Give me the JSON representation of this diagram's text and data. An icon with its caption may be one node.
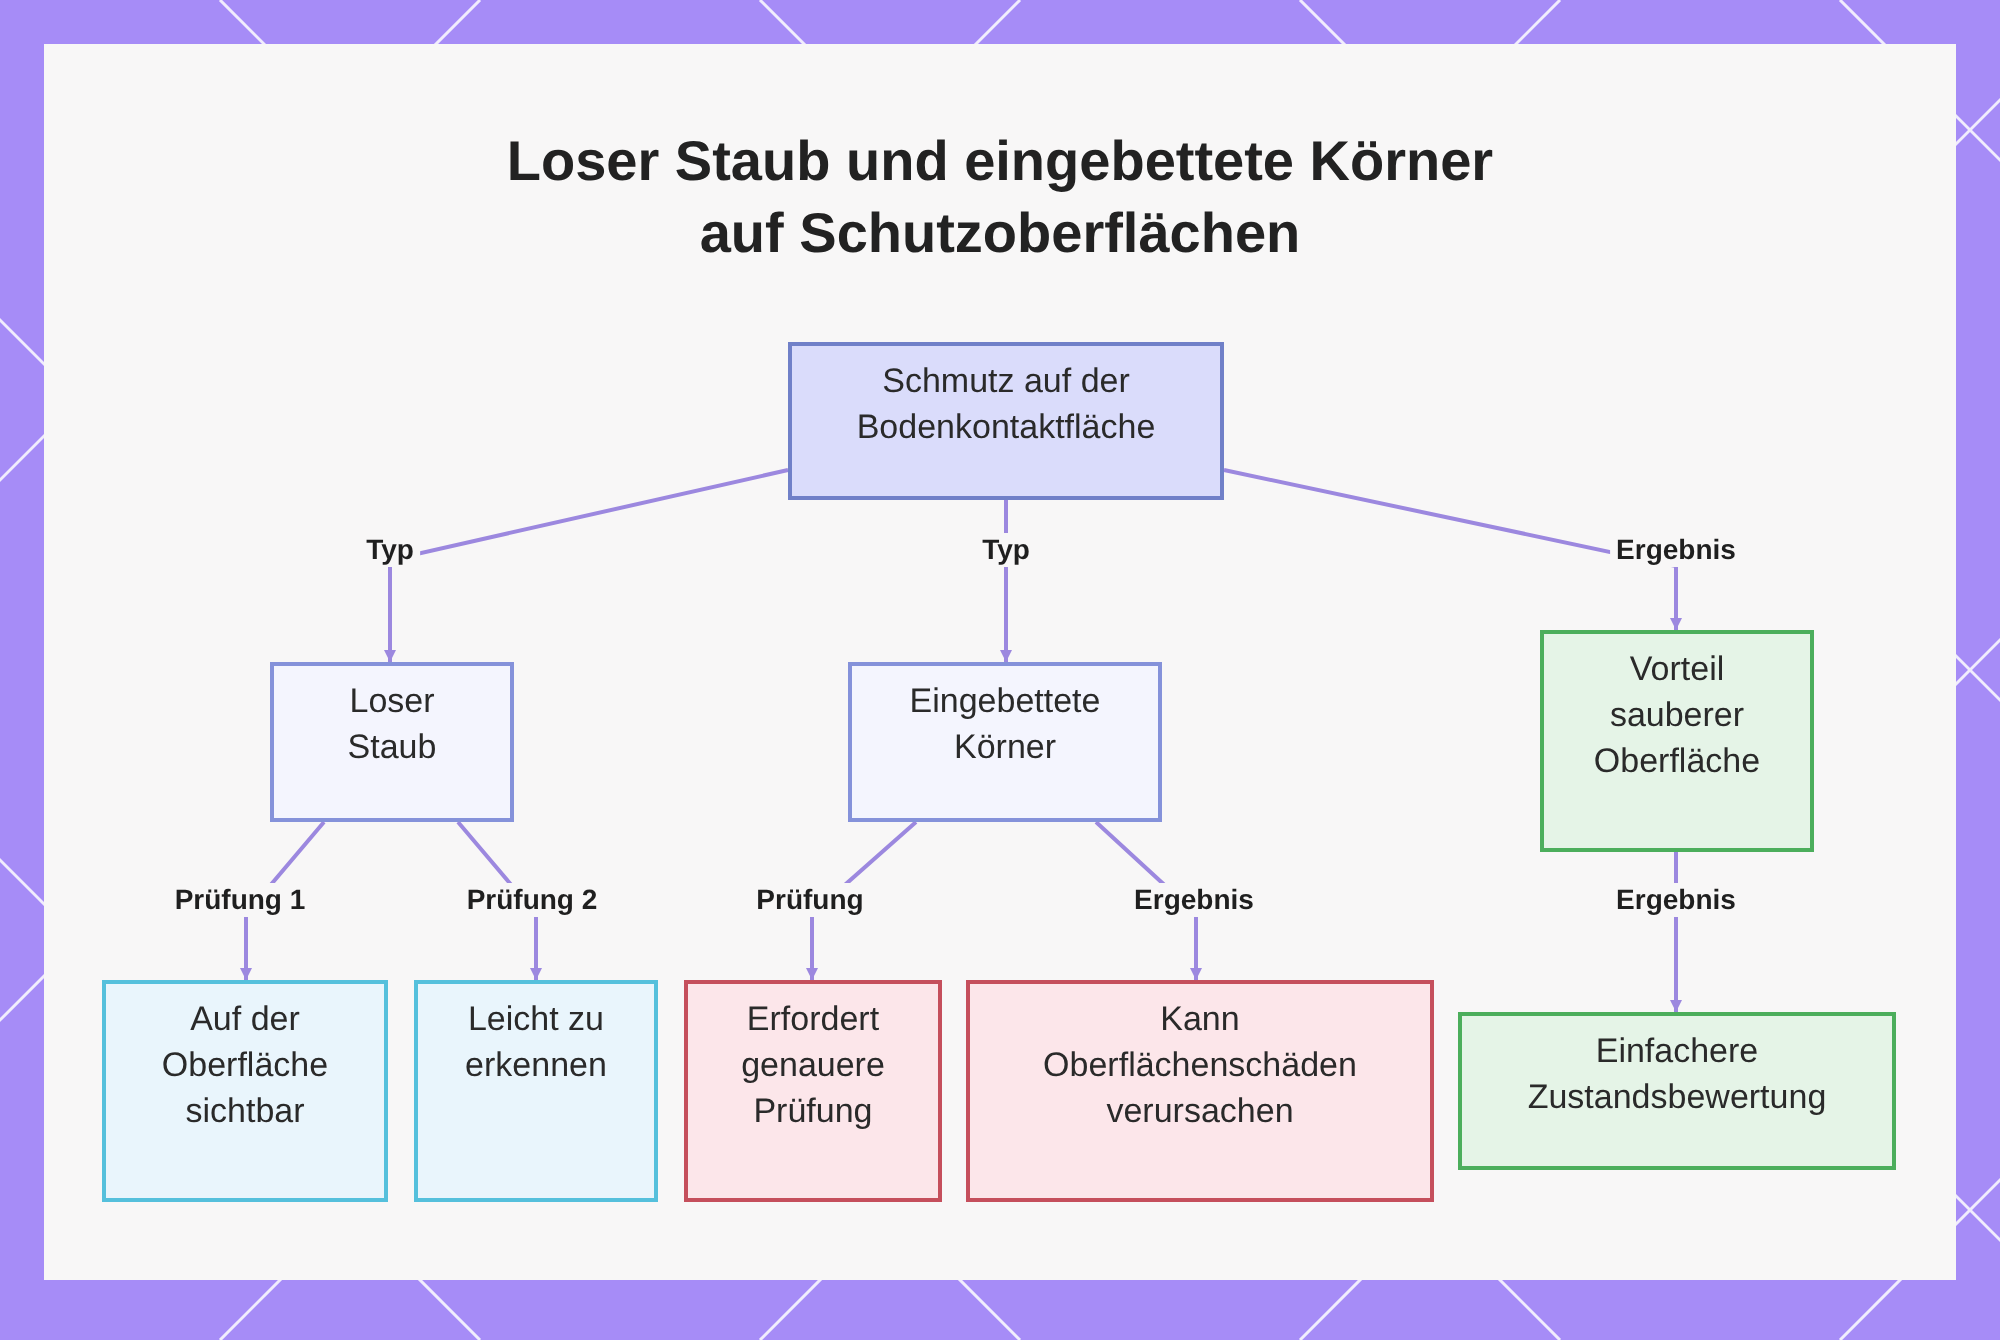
{
  "diagram": {
    "title": "Loser Staub und eingebettete Körner auf Schutzoberflächen",
    "nodes": [
      {
        "text": [
          "Schmutz auf der Bodenkontaktfläche"
        ]
      },
      {
        "text": [
          "Loser Staub"
        ]
      },
      {
        "text": [
          "Eingebettete Körner"
        ]
      },
      {
        "text": [
          "Vorteil sauberer Oberfläche"
        ]
      },
      {
        "text": [
          "Auf der Oberfläche sichtbar"
        ]
      },
      {
        "text": [
          "Leicht zu erkennen"
        ]
      },
      {
        "text": [
          "Erfordert genauere Prüfung"
        ]
      },
      {
        "text": [
          "Kann Oberflächenschäden verursachen"
        ]
      },
      {
        "text": [
          "Einfachere Zustandsbewertung"
        ]
      }
    ],
    "edges": [
      {
        "from": 0,
        "to": 1,
        "arrow": "to",
        "label": "Typ"
      },
      {
        "from": 0,
        "to": 2,
        "arrow": "to",
        "label": "Typ"
      },
      {
        "from": 0,
        "to": 3,
        "arrow": "to",
        "label": "Ergebnis"
      },
      {
        "from": 1,
        "to": 4,
        "arrow": "to",
        "label": "Prüfung 1"
      },
      {
        "from": 1,
        "to": 5,
        "arrow": "to",
        "label": "Prüfung 2"
      },
      {
        "from": 2,
        "to": 6,
        "arrow": "to",
        "label": "Prüfung"
      },
      {
        "from": 2,
        "to": 7,
        "arrow": "to",
        "label": "Ergebnis"
      },
      {
        "from": 3,
        "to": 8,
        "arrow": "to",
        "label": "Ergebnis"
      }
    ]
  }
}
